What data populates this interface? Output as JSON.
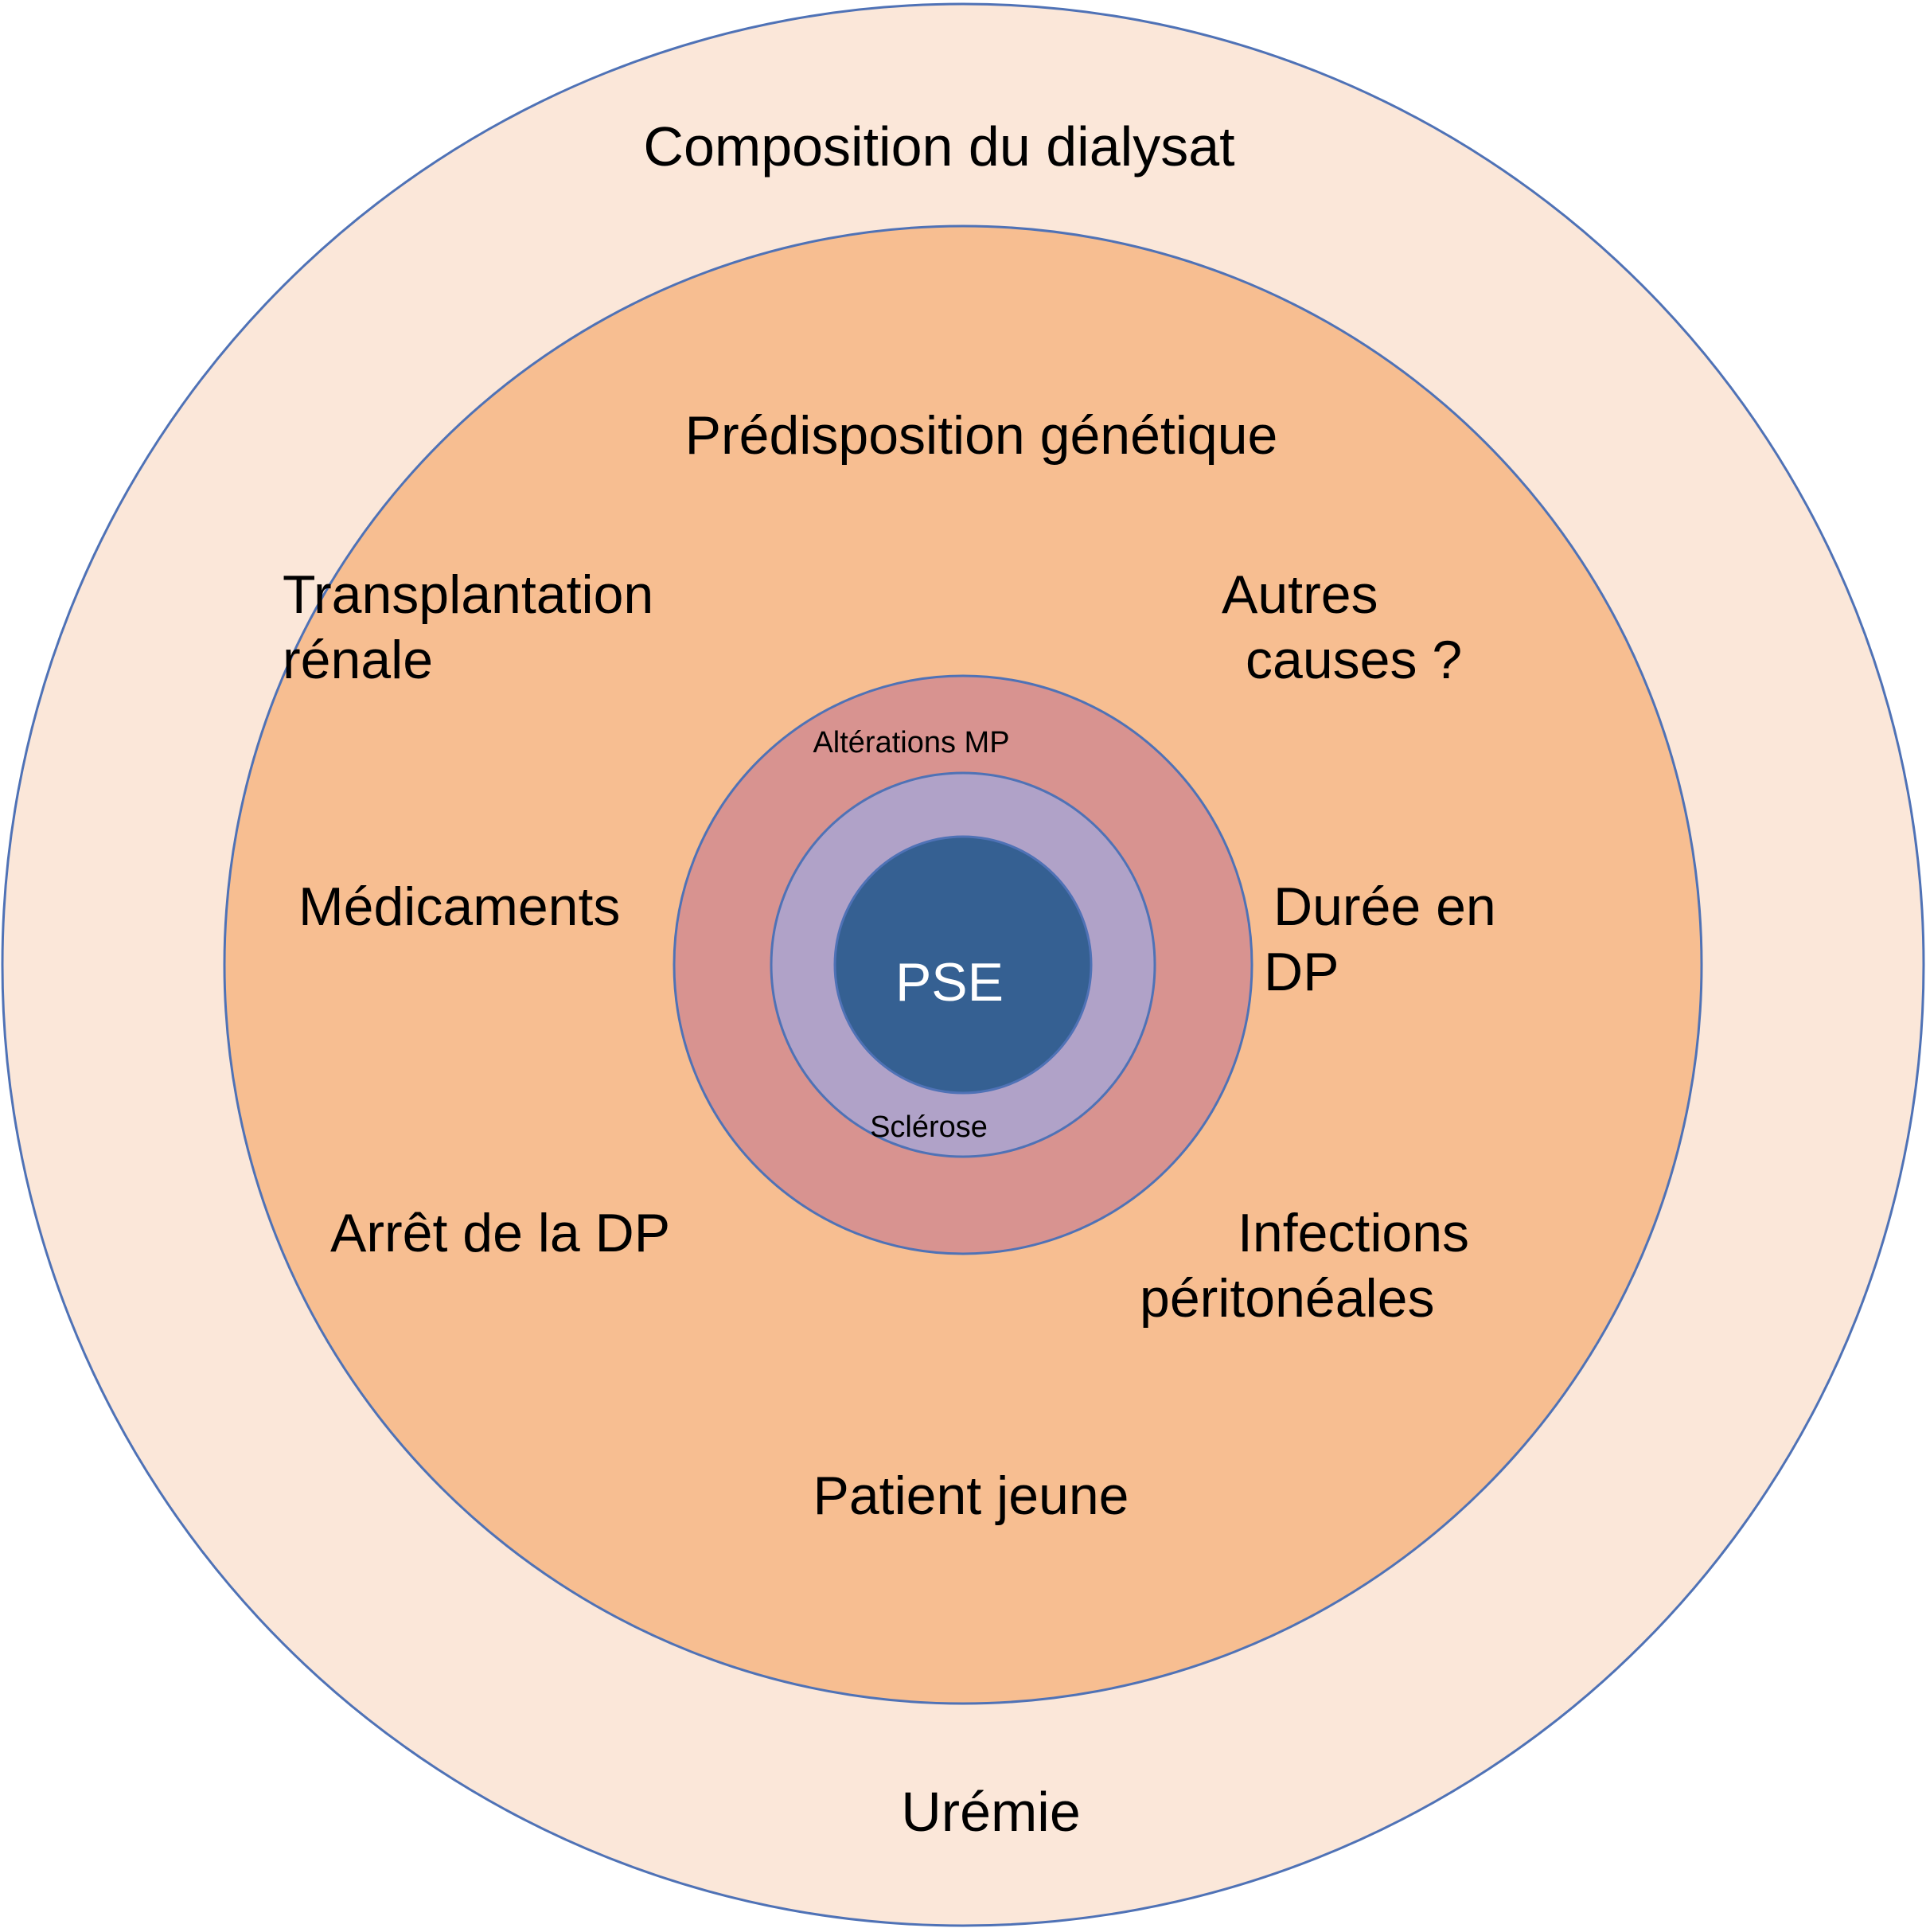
{
  "colors": {
    "outer_ring": "#FBE7D9",
    "middle_ring": "#F7BE91",
    "inner_ring": "#D89390",
    "sclerose_ring": "#B0A2C8",
    "core": "#356092",
    "stroke": "#4F72B6"
  },
  "rings": {
    "outer": [
      "Composition du dialysat",
      "Urémie"
    ],
    "middle": [
      "Prédisposition génétique",
      "Transplantation",
      "rénale",
      "Autres",
      "causes ?",
      "Médicaments",
      "Durée en",
      "DP",
      "Arrêt de la DP",
      "Infections",
      "péritonéales",
      "Patient jeune"
    ],
    "inner": [
      "Altérations MP"
    ],
    "sclerose": [
      "Sclérose"
    ],
    "core": "PSE"
  }
}
